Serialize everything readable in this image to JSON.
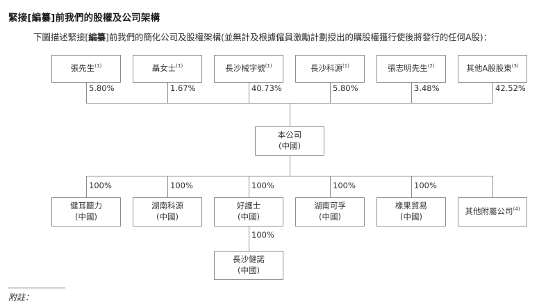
{
  "document": {
    "heading": "緊接[編纂]前我們的股權及公司架構",
    "intro_prefix": "下圖描述緊接[",
    "intro_bold": "編纂",
    "intro_suffix": "]前我們的簡化公司及股權架構(並無計及根據僱員激勵計劃授出的購股權獲行使後將發行的任何A股)："
  },
  "footer": {
    "notes_label": "附註："
  },
  "chart_data": {
    "type": "diagram",
    "title": "緊接[編纂]前我們的股權及公司架構",
    "shareholders": [
      {
        "name": "張先生",
        "note": "(1)",
        "percent": "5.80%"
      },
      {
        "name": "聶女士",
        "note": "(1)",
        "percent": "1.67%"
      },
      {
        "name": "長沙械字號",
        "note": "(1)",
        "percent": "40.73%"
      },
      {
        "name": "長沙科源",
        "note": "(1)",
        "percent": "5.80%"
      },
      {
        "name": "張志明先生",
        "note": "(2)",
        "percent": "3.48%"
      },
      {
        "name": "其他A股股東",
        "note": "(3)",
        "percent": "42.52%"
      }
    ],
    "company": {
      "name": "本公司",
      "jurisdiction": "(中國)"
    },
    "subsidiaries": [
      {
        "name": "健耳聽力",
        "jurisdiction": "(中國)",
        "note": "",
        "percent": "100%"
      },
      {
        "name": "湖南科源",
        "jurisdiction": "(中國)",
        "note": "",
        "percent": "100%"
      },
      {
        "name": "好護士",
        "jurisdiction": "(中國)",
        "note": "",
        "percent": "100%"
      },
      {
        "name": "湖南可孚",
        "jurisdiction": "(中國)",
        "note": "",
        "percent": "100%"
      },
      {
        "name": "橡果貿易",
        "jurisdiction": "(中國)",
        "note": "",
        "percent": "100%"
      },
      {
        "name": "其他附屬公司",
        "jurisdiction": "",
        "note": "(4)",
        "percent": ""
      }
    ],
    "sub_subsidiary": {
      "parent": "好護士",
      "name": "長沙健諾",
      "jurisdiction": "(中國)",
      "percent": "100%"
    },
    "colors": {
      "line": "#8d8d8d",
      "text": "#333333",
      "background": "#ffffff"
    }
  }
}
